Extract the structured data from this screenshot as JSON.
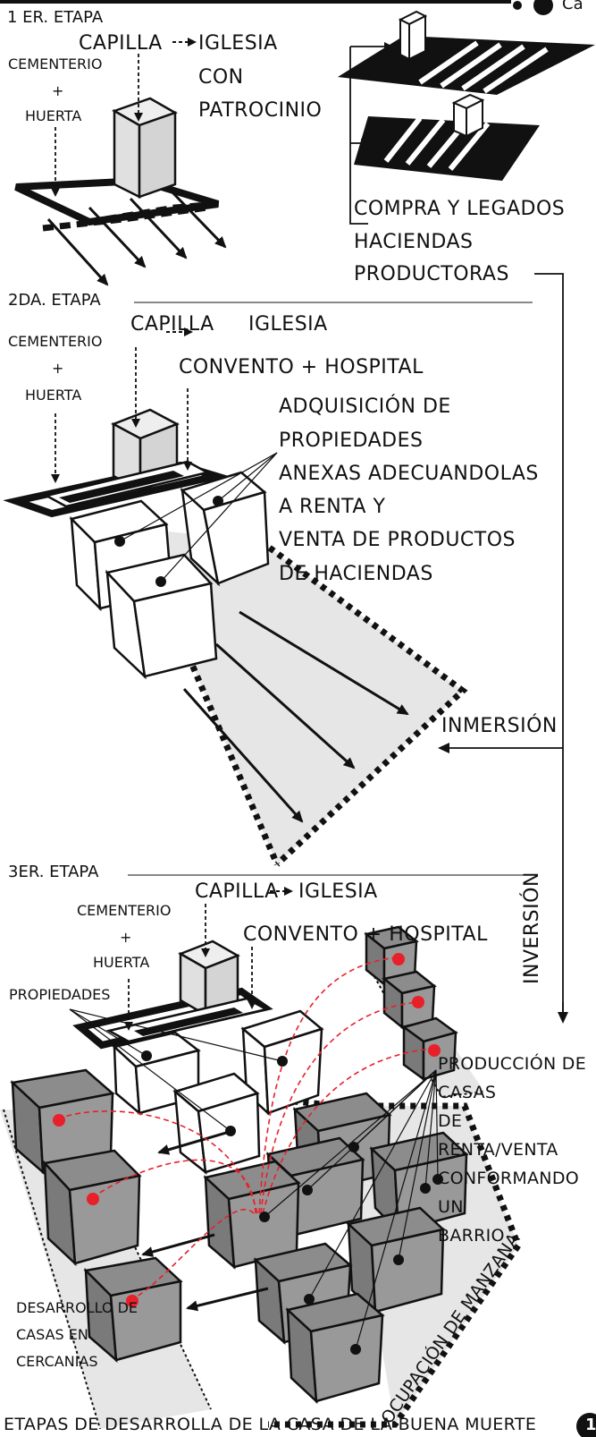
{
  "header": {
    "corner_text": "Ca",
    "page_badge": "1"
  },
  "stages": [
    {
      "title": "1 ER. ETAPA",
      "capilla": "CAPILLA",
      "iglesia_lines": [
        "IGLESIA",
        "CON",
        "PATROCINIO"
      ],
      "cementerio": "CEMENTERIO",
      "plus": "+",
      "huerta": "HUERTA"
    },
    {
      "title": "2DA. ETAPA",
      "capilla": "CAPILLA",
      "iglesia": "IGLESIA",
      "cementerio": "CEMENTERIO",
      "plus": "+",
      "huerta": "HUERTA",
      "convento": "CONVENTO + HOSPITAL",
      "adquisicion_lines": [
        "ADQUISICIÓN DE",
        "PROPIEDADES",
        "ANEXAS ADECUANDOLAS",
        "A RENTA Y",
        "VENTA DE PRODUCTOS",
        "DE HACIENDAS"
      ]
    },
    {
      "title": "3ER. ETAPA",
      "capilla": "CAPILLA",
      "iglesia": "IGLESIA",
      "cementerio": "CEMENTERIO",
      "plus": "+",
      "huerta": "HUERTA",
      "convento": "CONVENTO + HOSPITAL",
      "propiedades": "PROPIEDADES",
      "produccion_lines": [
        "PRODUCCIÓN DE",
        "CASAS",
        "DE",
        "RENTA/VENTA",
        "CONFORMANDO",
        "UN",
        "BARRIO"
      ],
      "desarrollo_lines": [
        "DESARROLLO DE",
        "CASAS EN",
        "CERCANIAS"
      ],
      "ocupacion": "OCUPACIÓN DE MANZANA"
    }
  ],
  "haciendas_lines": [
    "COMPRA Y LEGADOS",
    "HACIENDAS",
    "PRODUCTORAS"
  ],
  "inmersion": "INMERSIÓN",
  "inversion": "INVERSIÓN",
  "footer_title": "ETAPAS DE DESARROLLA DE LA CASA DE LA BUENA MUERTE",
  "colors": {
    "ink": "#111111",
    "light_gray": "#e6e6e6",
    "mid_gray": "#8c8c8c",
    "red": "#e8202a",
    "white": "#ffffff"
  }
}
